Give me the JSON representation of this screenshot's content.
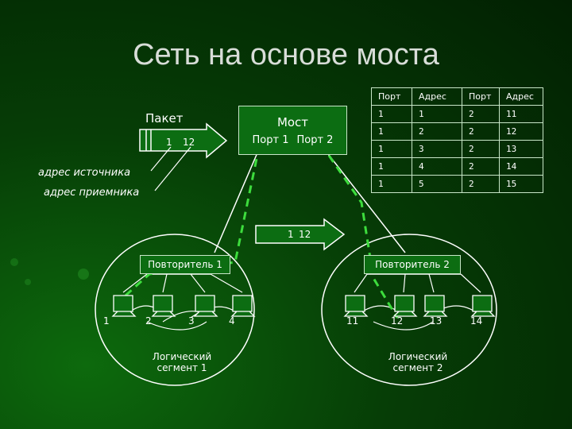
{
  "title": "Сеть на основе моста",
  "packet": {
    "label": "Пакет",
    "src": "1",
    "dst": "12"
  },
  "bridge": {
    "label": "Мост",
    "port1": "Порт 1",
    "port2": "Порт 2"
  },
  "annotations": {
    "source": "адрес источника",
    "dest": "адрес приемника"
  },
  "moving_packet": {
    "src": "1",
    "dst": "12"
  },
  "table": {
    "headers": [
      "Порт",
      "Адрес",
      "Порт",
      "Адрес"
    ],
    "rows": [
      [
        "1",
        "1",
        "2",
        "11"
      ],
      [
        "1",
        "2",
        "2",
        "12"
      ],
      [
        "1",
        "3",
        "2",
        "13"
      ],
      [
        "1",
        "4",
        "2",
        "14"
      ],
      [
        "1",
        "5",
        "2",
        "15"
      ]
    ]
  },
  "segment1": {
    "repeater": "Повторитель 1",
    "caption_line1": "Логический",
    "caption_line2": "сегмент 1",
    "computers": [
      "1",
      "2",
      "3",
      "4"
    ]
  },
  "segment2": {
    "repeater": "Повторитель 2",
    "caption_line1": "Логический",
    "caption_line2": "сегмент 2",
    "computers": [
      "11",
      "12",
      "13",
      "14"
    ]
  },
  "colors": {
    "accent": "#3ddc3d",
    "box": "#0c6d12",
    "line": "#ffffff"
  }
}
